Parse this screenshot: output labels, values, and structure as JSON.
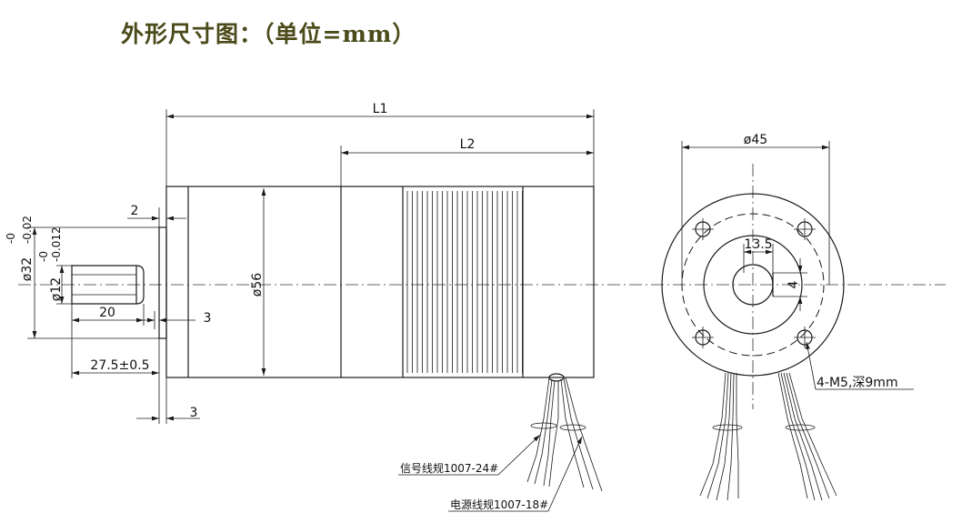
{
  "title": "外形尺寸图：（单位=mm）",
  "dimensions": {
    "L1": "L1",
    "L2": "L2",
    "d45": "ø45",
    "d56": "ø56",
    "d32": "ø32",
    "d32_tol_upper": "-0",
    "d32_tol_lower": "-0.02",
    "d12": "ø12",
    "d12_tol_upper": "-0",
    "d12_tol_lower": "-0.012",
    "dim_2": "2",
    "dim_3_top": "3",
    "dim_3_bottom": "3",
    "dim_20": "20",
    "dim_27_5": "27.5±0.5",
    "dim_13_5": "13.5",
    "dim_4": "4"
  },
  "labels": {
    "holes": "4-M5,深9mm",
    "wire_signal": "信号线规1007-24#",
    "wire_power": "电源线规1007-18#"
  },
  "colors": {
    "title": "#4a4a1a",
    "line": "#1a1a1a"
  }
}
